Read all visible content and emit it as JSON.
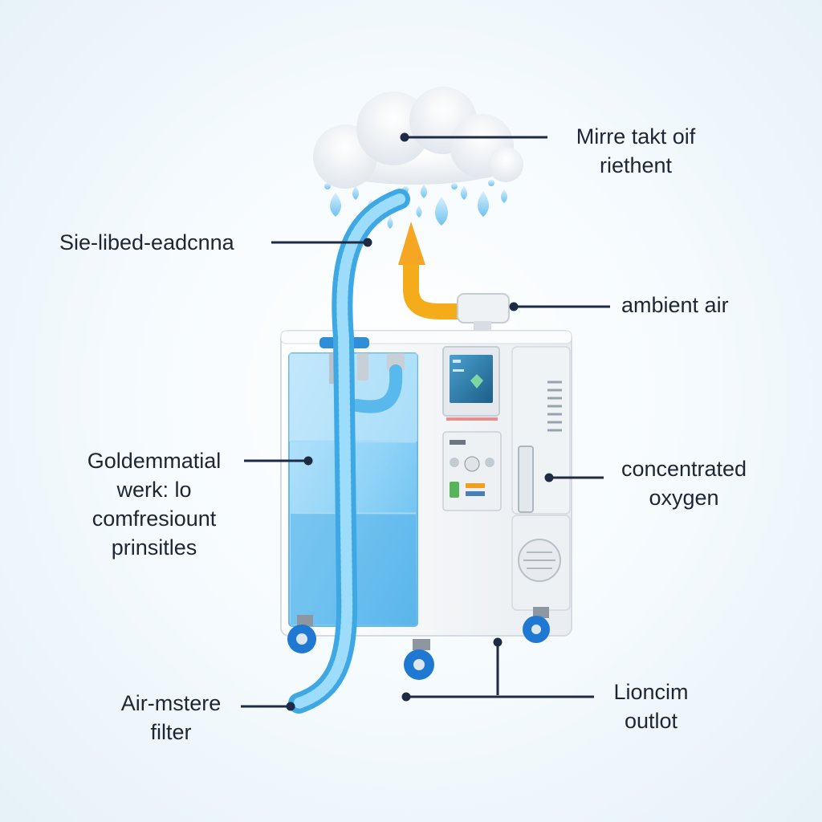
{
  "labels": {
    "cloud": {
      "line1": "Mirre takt oif",
      "line2": "riethent"
    },
    "hose": {
      "line1": "Sie-libed-eadcnna"
    },
    "ambient": {
      "line1": "ambient air"
    },
    "tank": {
      "line1": "Goldemmatial",
      "line2": "werk: lo",
      "line3": "comfresiount",
      "line4": "prinsitles"
    },
    "oxygen": {
      "line1": "concentrated",
      "line2": "oxygen"
    },
    "filter": {
      "line1": "Air-mstere",
      "line2": "filter"
    },
    "outlet": {
      "line1": "Lioncim",
      "line2": "outlot"
    }
  },
  "colors": {
    "leader_line": "#1f2a44",
    "cabinet": "#f4f6f8",
    "water_tank": "#8fd0f5",
    "hose": "#6cc3ef",
    "nozzle": "#f5b21b",
    "wheel": "#1f78d1",
    "screen": "#3a89b8"
  }
}
